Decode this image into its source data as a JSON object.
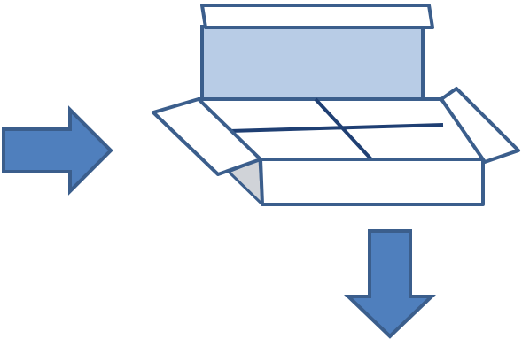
{
  "diagram": {
    "elements": [
      {
        "name": "right-arrow-icon",
        "shape": "block arrow pointing right"
      },
      {
        "name": "open-box-icon",
        "shape": "open cardboard box with a tray inserted, flaps open"
      },
      {
        "name": "down-arrow-icon",
        "shape": "block arrow pointing down"
      }
    ]
  },
  "colors": {
    "outline": "#3b5e8c",
    "arrow_fill": "#4f7fbd",
    "tray_fill": "#b8cce6",
    "box_fill": "#ffffff",
    "shadow_fill": "#d0d3d8",
    "grid_line": "#1f3f73"
  }
}
